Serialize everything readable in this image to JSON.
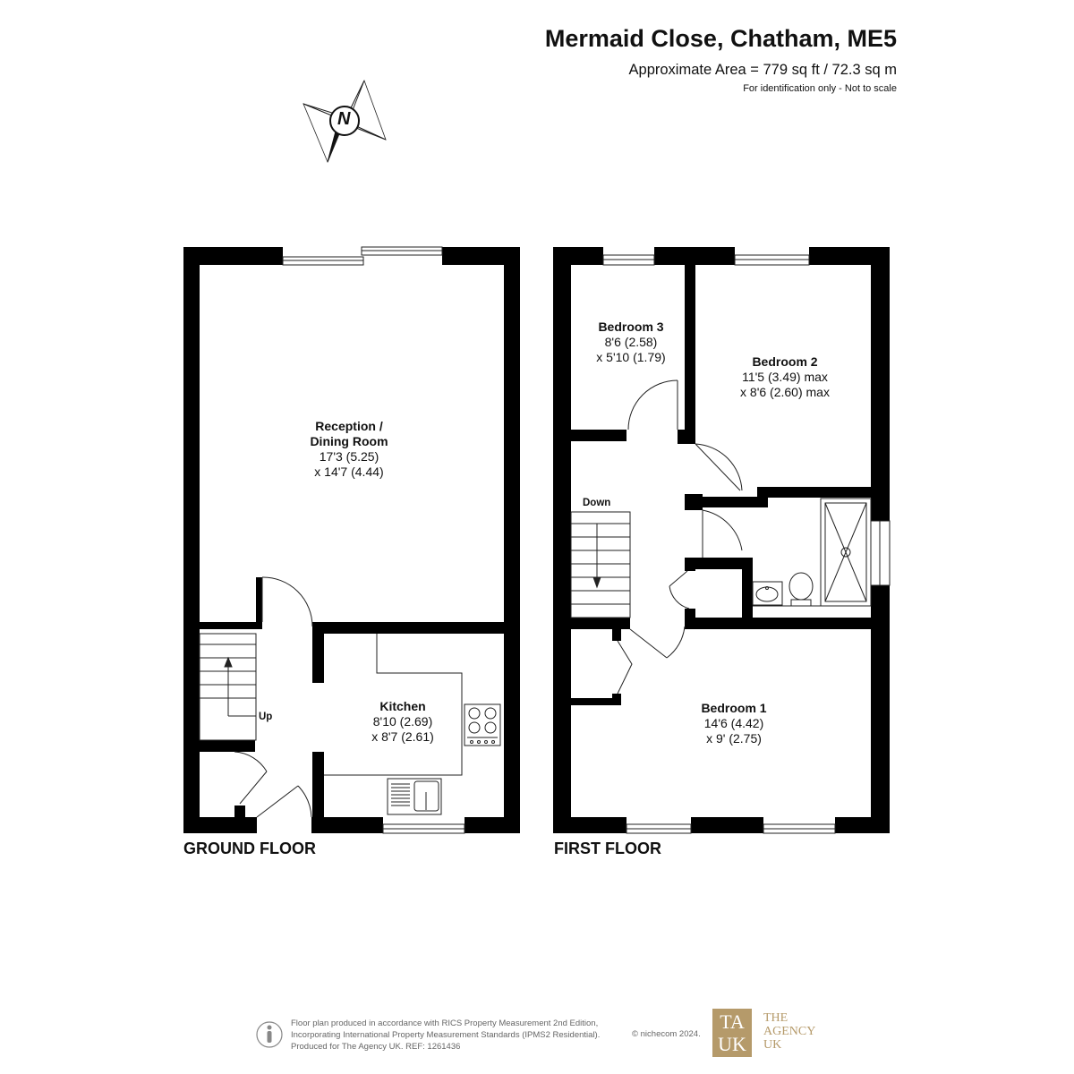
{
  "header": {
    "title": "Mermaid Close, Chatham, ME5",
    "area": "Approximate Area = 779 sq ft / 72.3 sq m",
    "note": "For identification only - Not to scale"
  },
  "compass": {
    "letter": "N",
    "icon": "compass-icon"
  },
  "ground_floor": {
    "label": "GROUND FLOOR",
    "stairs_label": "Up",
    "reception": {
      "name_line1": "Reception /",
      "name_line2": "Dining Room",
      "dim1": "17'3 (5.25)",
      "dim2": "x 14'7 (4.44)"
    },
    "kitchen": {
      "name": "Kitchen",
      "dim1": "8'10 (2.69)",
      "dim2": "x 8'7 (2.61)"
    }
  },
  "first_floor": {
    "label": "FIRST FLOOR",
    "stairs_label": "Down",
    "bedroom3": {
      "name": "Bedroom 3",
      "dim1": "8'6 (2.58)",
      "dim2": "x 5'10 (1.79)"
    },
    "bedroom2": {
      "name": "Bedroom 2",
      "dim1": "11'5 (3.49) max",
      "dim2": "x 8'6 (2.60) max"
    },
    "bedroom1": {
      "name": "Bedroom 1",
      "dim1": "14'6 (4.42)",
      "dim2": "x 9' (2.75)"
    }
  },
  "footer": {
    "line1": "Floor plan produced in accordance with RICS Property Measurement 2nd Edition,",
    "line2": "Incorporating International Property Measurement Standards (IPMS2 Residential).",
    "line3": "Produced for The Agency UK.   REF:   1261436",
    "copyright": "© nichecom 2024.",
    "logo_mark_top": "TA",
    "logo_mark_bottom": "UK",
    "logo_line1": "THE",
    "logo_line2": "AGENCY",
    "logo_line3": "UK",
    "accent_color": "#b59a6a",
    "icon": "person-info-icon"
  }
}
